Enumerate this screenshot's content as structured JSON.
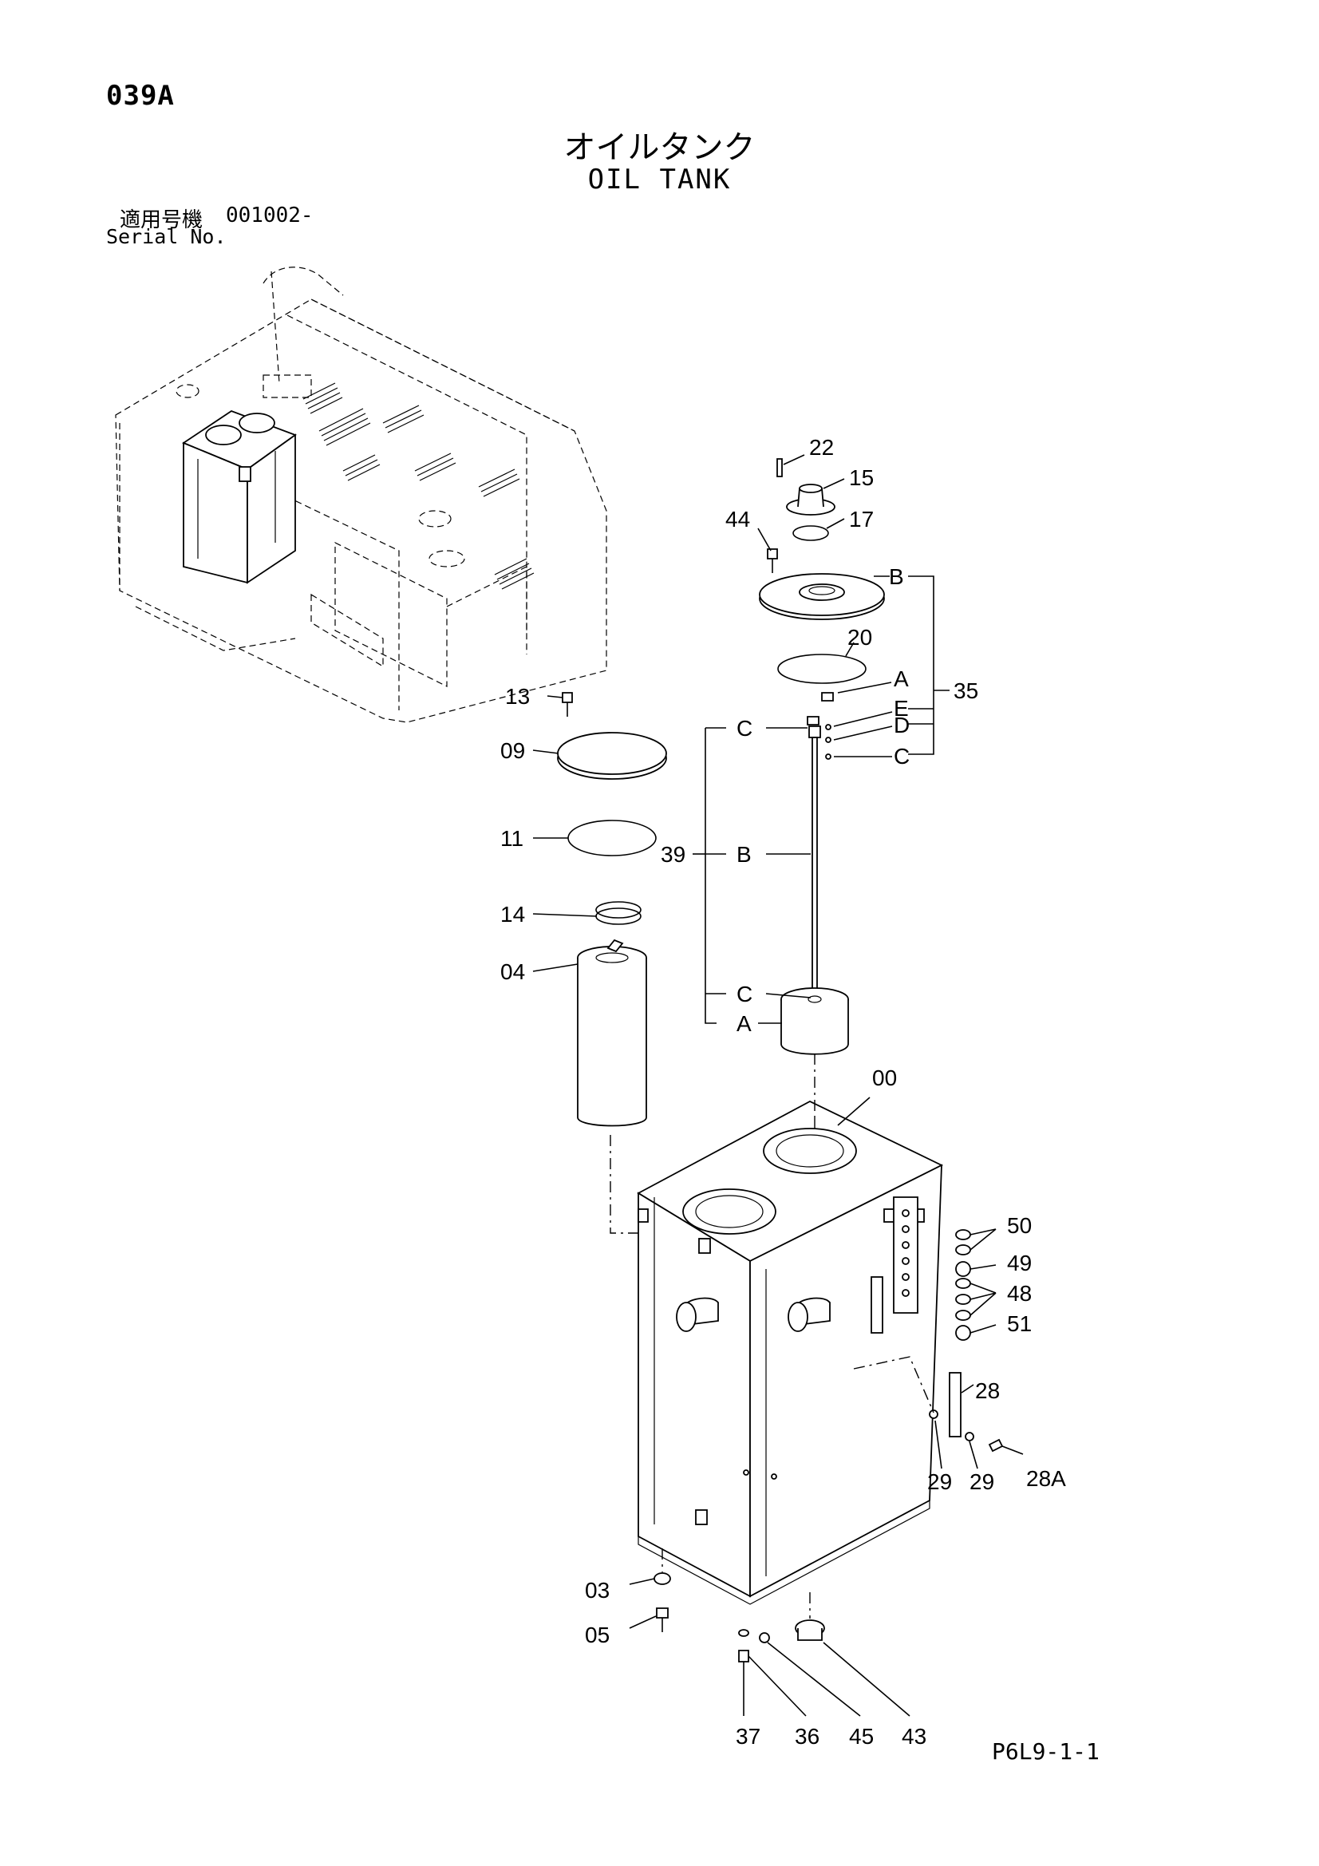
{
  "header": {
    "page_code": "039A",
    "title_jp": "オイルタンク",
    "title_en": "OIL TANK",
    "serial_label_jp": "適用号機",
    "serial_value": "001002-",
    "serial_label_en": "Serial No."
  },
  "footer": {
    "doc_ref": "P6L9-1-1"
  },
  "callouts": {
    "p22": "22",
    "p15": "15",
    "p44": "44",
    "p17": "17",
    "p20": "20",
    "p35": "35",
    "p13": "13",
    "p09": "09",
    "p11": "11",
    "p39": "39",
    "p14": "14",
    "p04": "04",
    "p00": "00",
    "p50": "50",
    "p49": "49",
    "p48": "48",
    "p51": "51",
    "p28": "28",
    "p29a": "29",
    "p29b": "29",
    "p28A": "28A",
    "p03": "03",
    "p05": "05",
    "p37": "37",
    "p36": "36",
    "p45": "45",
    "p43": "43"
  },
  "assembly_35": [
    "B",
    "A",
    "E",
    "D",
    "C"
  ],
  "assembly_39": [
    "C",
    "B",
    "C",
    "A"
  ]
}
